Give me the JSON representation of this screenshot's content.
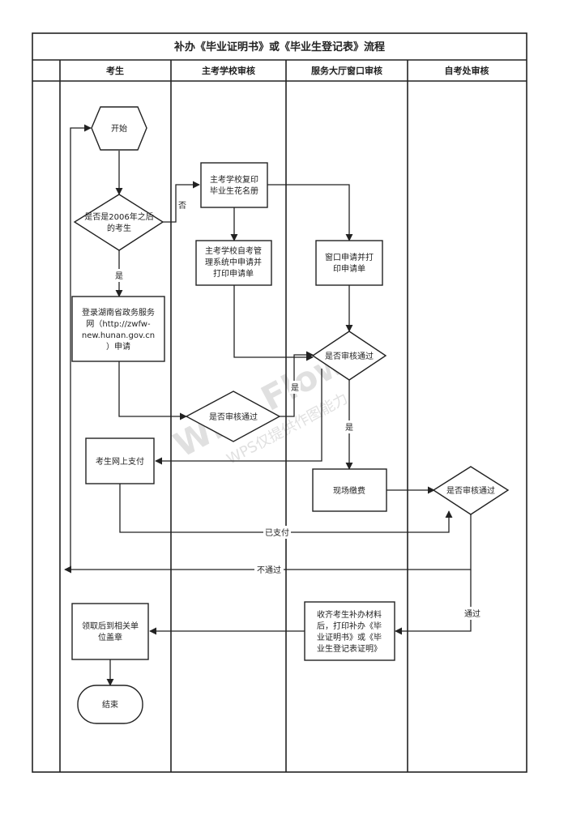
{
  "title": "补办《毕业证明书》或《毕业生登记表》流程",
  "lanes": [
    "考生",
    "主考学校审核",
    "服务大厅窗口审核",
    "自考处审核"
  ],
  "watermark": [
    "WPS Flow",
    "WPS仅提供作图能力"
  ],
  "nodes": {
    "start": [
      "开始"
    ],
    "decision_2006": [
      "是否是2006年之后",
      "的考生"
    ],
    "login": [
      "登录湖南省政务服务",
      "网（http://zwfw-",
      "new.hunan.gov.cn",
      "）申请"
    ],
    "school_copy": [
      "主考学校复印",
      "毕业生花名册"
    ],
    "school_apply": [
      "主考学校自考管",
      "理系统中申请并",
      "打印申请单"
    ],
    "window_apply": [
      "窗口申请并打",
      "印申请单"
    ],
    "window_check": [
      "是否审核通过"
    ],
    "school_check": [
      "是否审核通过"
    ],
    "online_pay": [
      "考生网上支付"
    ],
    "onsite_pay": [
      "现场缴费"
    ],
    "final_check": [
      "是否审核通过"
    ],
    "collect": [
      "收齐考生补办材料",
      "后，打印补办《毕",
      "业证明书》或《毕",
      "业生登记表证明》"
    ],
    "stamp": [
      "领取后到相关单",
      "位盖章"
    ],
    "end": [
      "结束"
    ]
  },
  "edge_labels": {
    "no": "否",
    "yes_left": "是",
    "yes_mid": "是",
    "yes_window": "是",
    "paid": "已支付",
    "fail": "不通过",
    "pass": "通过"
  }
}
